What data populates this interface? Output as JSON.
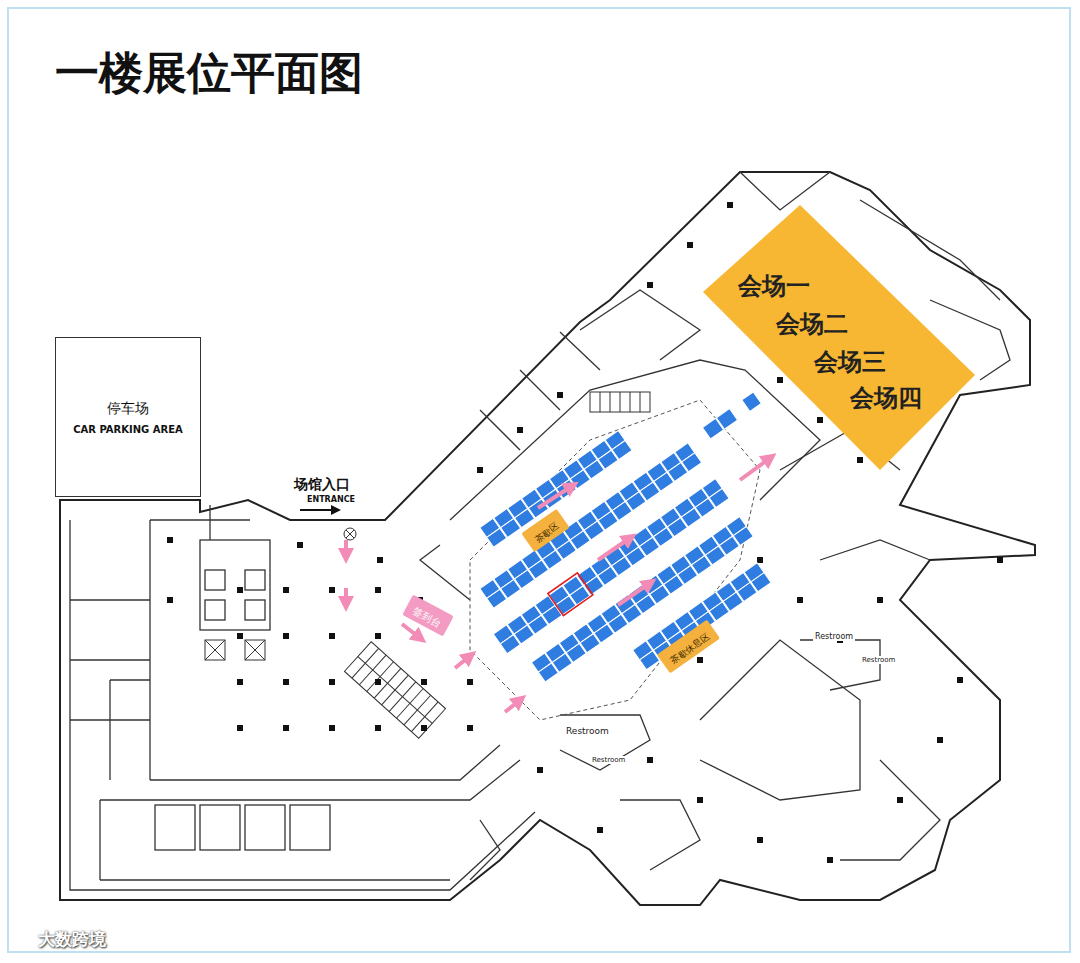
{
  "diagram": {
    "title": "一楼展位平面图",
    "nodes": [
      {
        "text": [
          "停车场",
          "CAR PARKING AREA"
        ]
      },
      {
        "text": [
          "会场一",
          "会场二",
          "会场三",
          "会场四"
        ]
      },
      {
        "text": [
          "签到台"
        ]
      },
      {
        "text": [
          "茶歇区"
        ]
      },
      {
        "text": [
          "茶歇休息区"
        ]
      }
    ],
    "labels": [
      "场馆入口",
      "ENTRANCE",
      "Restroom",
      "Restroom",
      "Restroom",
      "Restroom",
      "大数跨境"
    ]
  }
}
